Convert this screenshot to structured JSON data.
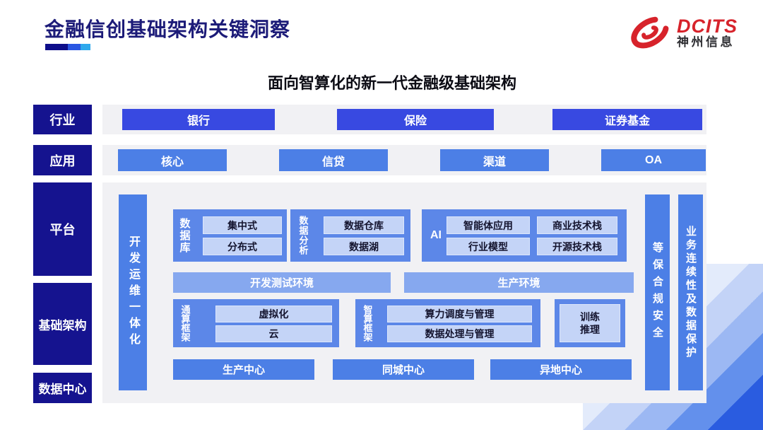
{
  "header": {
    "title": "金融信创基础架构关键洞察",
    "logo": {
      "brand": "DCITS",
      "company": "神州信息"
    }
  },
  "subtitle": "面向智算化的新一代金融级基础架构",
  "rows": {
    "industry": {
      "label": "行业",
      "items": [
        "银行",
        "保险",
        "证券基金"
      ]
    },
    "application": {
      "label": "应用",
      "items": [
        "核心",
        "信贷",
        "渠道",
        "OA"
      ]
    },
    "platform_label": "平台",
    "infrastructure_label": "基础架构",
    "datacenter_label": "数据中心"
  },
  "platform": {
    "devops_bar": "开发运维一体化",
    "database": {
      "label": "数据库",
      "items": [
        "集中式",
        "分布式"
      ]
    },
    "analytics": {
      "label": "数据分析",
      "items": [
        "数据仓库",
        "数据湖"
      ]
    },
    "ai": {
      "label": "AI",
      "items": [
        "智能体应用",
        "商业技术栈",
        "行业模型",
        "开源技术栈"
      ]
    },
    "env_bars": [
      "开发测试环境",
      "生产环境"
    ],
    "general_compute": {
      "label": "通算框架",
      "items": [
        "虚拟化",
        "云"
      ]
    },
    "intelligent_compute": {
      "label": "智算框架",
      "items": [
        "算力调度与管理",
        "数据处理与管理"
      ]
    },
    "training": "训练\n推理",
    "centers": [
      "生产中心",
      "同城中心",
      "异地中心"
    ],
    "security_bar": "等保合规安全",
    "continuity_bar": "业务连续性及数据保护"
  },
  "colors": {
    "title_navy": "#1c1b78",
    "label_navy": "#15138f",
    "royal_blue": "#3849e1",
    "medium_blue": "#4c7fe6",
    "section_blue": "#5c87e8",
    "env_bar_blue": "#86a8ef",
    "chip_light_blue": "#c4d4f7",
    "strip_gray": "#f1f1f4",
    "brand_red": "#d7232b"
  }
}
